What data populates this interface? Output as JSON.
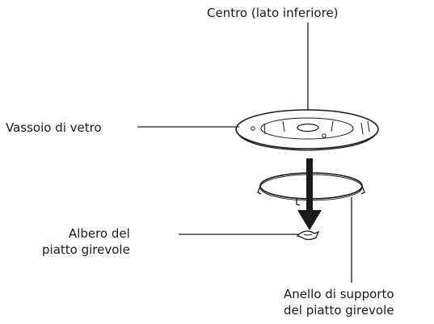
{
  "labels": {
    "center": "Centro (lato inferiore)",
    "tray": "Vassoio di vetro",
    "shaft_line1": "Albero del",
    "shaft_line2": "piatto girevole",
    "ring_line1": "Anello di supporto",
    "ring_line2": "del piatto girevole"
  },
  "colors": {
    "ink": "#1a1a1a",
    "background": "#ffffff"
  }
}
